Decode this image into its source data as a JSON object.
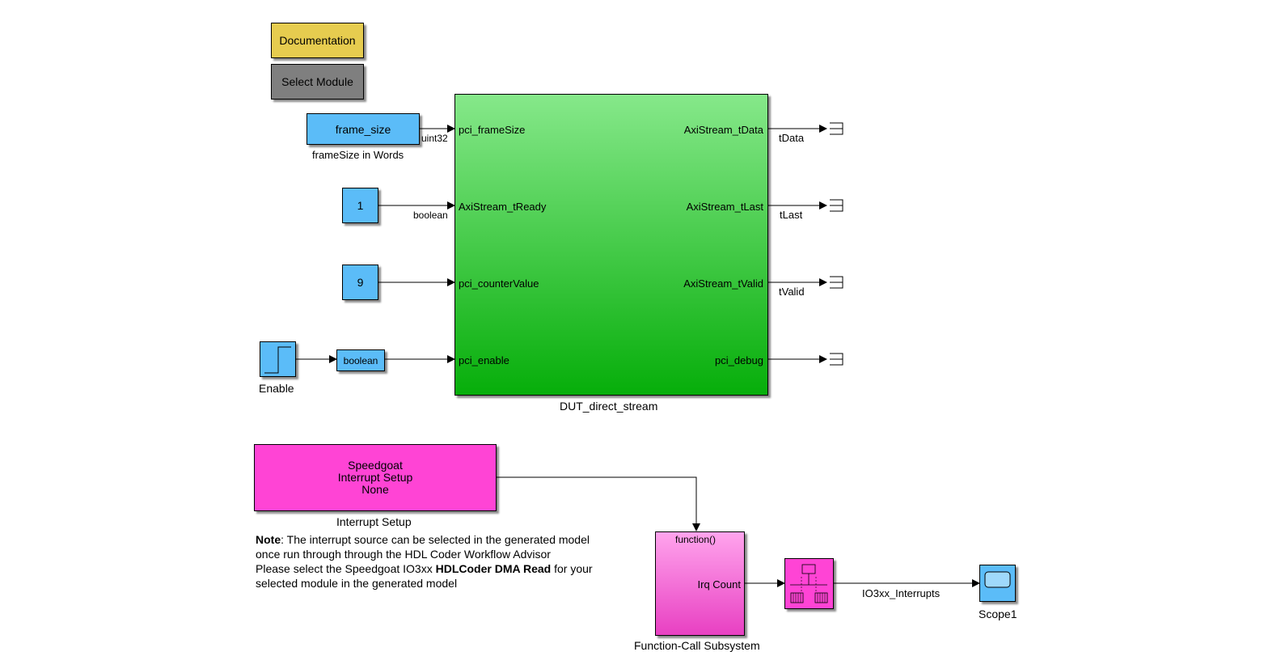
{
  "buttons": {
    "documentation": "Documentation",
    "select_module": "Select Module"
  },
  "frame_size": {
    "block": "frame_size",
    "caption": "frameSize in Words",
    "signal_type": "uint32"
  },
  "const_one": {
    "value": "1",
    "signal_type": "boolean"
  },
  "const_nine": {
    "value": "9"
  },
  "enable": {
    "caption": "Enable",
    "convert_label": "boolean"
  },
  "dut": {
    "name": "DUT_direct_stream",
    "inputs": [
      "pci_frameSize",
      "AxiStream_tReady",
      "pci_counterValue",
      "pci_enable"
    ],
    "outputs": [
      "AxiStream_tData",
      "AxiStream_tLast",
      "AxiStream_tValid",
      "pci_debug"
    ],
    "signal_names": [
      "tData",
      "tLast",
      "tValid"
    ]
  },
  "interrupt": {
    "line1": "Speedgoat",
    "line2": "Interrupt Setup",
    "line3": "None",
    "caption": "Interrupt Setup"
  },
  "note": {
    "bold_prefix": "Note",
    "line1_rest": ": The interrupt source can be selected in the generated model",
    "line2": "once run through through the HDL Coder Workflow Advisor",
    "line3_pre": "Please select the Speedgoat IO3xx ",
    "line3_bold": "HDLCoder DMA Read",
    "line3_post": " for your",
    "line4": "selected module in the generated model"
  },
  "fc_subsystem": {
    "trigger_port": "function()",
    "out_port": "Irq Count",
    "caption": "Function-Call Subsystem"
  },
  "signal_irq": "IO3xx_Interrupts",
  "scope": {
    "caption": "Scope1"
  },
  "colors": {
    "yellow": "#e6cc4f",
    "gray": "#7f7f7f",
    "blue": "#5bbcf8",
    "green_top": "#86e88a",
    "green_bottom": "#06ae0a",
    "magenta": "#ff44d5",
    "pink_top": "#ffa4ed"
  }
}
